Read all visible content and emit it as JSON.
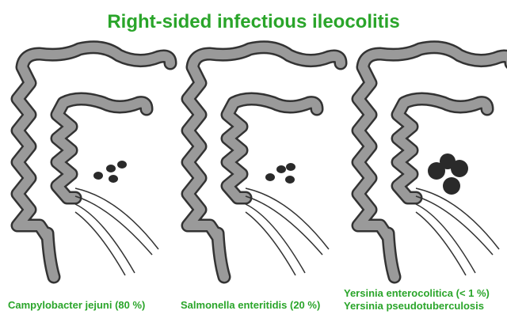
{
  "title": "Right-sided infectious ileocolitis",
  "panels": [
    {
      "caption_lines": [
        "Campylobacter jejuni (80 %)"
      ],
      "lymph_nodes": "small"
    },
    {
      "caption_lines": [
        "Salmonella enteritidis (20 %)"
      ],
      "lymph_nodes": "small"
    },
    {
      "caption_lines": [
        "Yersinia enterocolitica (< 1 %)",
        "Yersinia pseudotuberculosis"
      ],
      "lymph_nodes": "large"
    }
  ],
  "colors": {
    "title": "#2aa52a",
    "bowel_fill": "#9a9a9a",
    "outline": "#333333",
    "node": "#2a2a2a"
  }
}
